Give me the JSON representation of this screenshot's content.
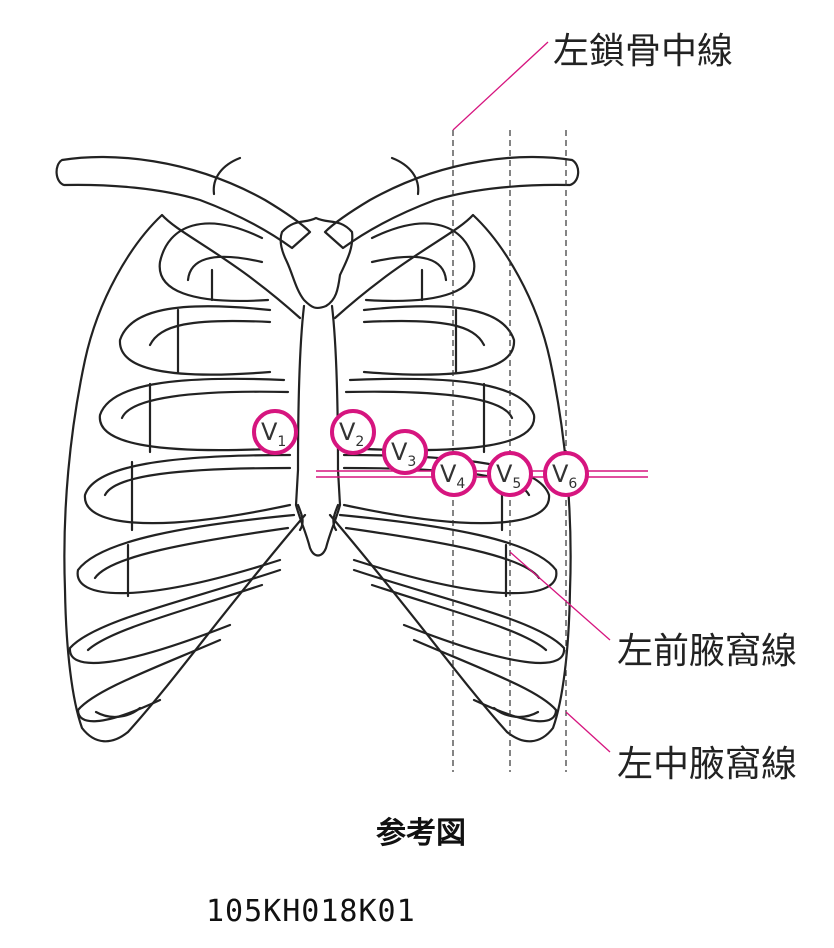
{
  "labels": {
    "midclavicular_line": "左鎖骨中線",
    "anterior_axillary_line": "左前腋窩線",
    "mid_axillary_line": "左中腋窩線"
  },
  "caption": "参考図",
  "figure_code": "105KH018K01",
  "electrodes": [
    {
      "letter": "V",
      "sub": "1"
    },
    {
      "letter": "V",
      "sub": "2"
    },
    {
      "letter": "V",
      "sub": "3"
    },
    {
      "letter": "V",
      "sub": "4"
    },
    {
      "letter": "V",
      "sub": "5"
    },
    {
      "letter": "V",
      "sub": "6"
    }
  ],
  "colors": {
    "electrode": "#d6157f",
    "leader": "#d6157f",
    "outline": "#222222"
  }
}
